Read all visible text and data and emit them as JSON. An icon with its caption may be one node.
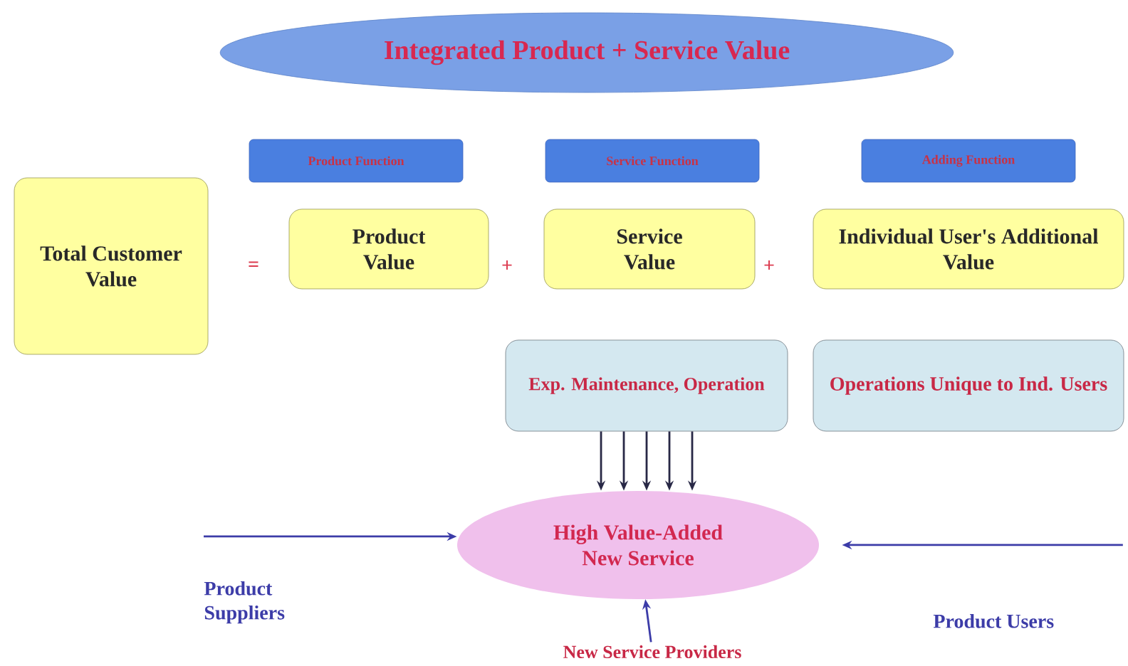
{
  "diagram": {
    "nodes": [
      {
        "text": [
          "Integrated Product + Service Value"
        ]
      },
      {
        "text": [
          "Product Function"
        ]
      },
      {
        "text": [
          "Service Function"
        ]
      },
      {
        "text": [
          "Adding Function"
        ]
      },
      {
        "text": [
          "Total Customer Value"
        ]
      },
      {
        "text": [
          "Product Value"
        ]
      },
      {
        "text": [
          "Service Value"
        ]
      },
      {
        "text": [
          "Individual User's Additional Value"
        ]
      },
      {
        "text": [
          "Exp. Maintenance, Operation"
        ]
      },
      {
        "text": [
          "Operations Unique to Ind. Users"
        ]
      },
      {
        "text": [
          "High Value-Added New Service"
        ]
      },
      {
        "text": [
          "Product Suppliers"
        ]
      },
      {
        "text": [
          "Product Users"
        ]
      },
      {
        "text": [
          "New Service Providers"
        ]
      }
    ],
    "edges": [
      {
        "from": 8,
        "to": 10,
        "arrow": "to"
      },
      {
        "from": 8,
        "to": 10,
        "arrow": "to"
      },
      {
        "from": 8,
        "to": 10,
        "arrow": "to"
      },
      {
        "from": 8,
        "to": 10,
        "arrow": "to"
      },
      {
        "from": 8,
        "to": 10,
        "arrow": "to"
      },
      {
        "from": 11,
        "to": 10,
        "arrow": "to",
        "color": "#3c3ca8"
      },
      {
        "from": 12,
        "to": 10,
        "arrow": "to",
        "color": "#3c3ca8"
      },
      {
        "from": 13,
        "to": 10,
        "arrow": "to",
        "color": "#3c3ca8"
      }
    ],
    "labels": [
      "=",
      "+",
      "+"
    ]
  }
}
